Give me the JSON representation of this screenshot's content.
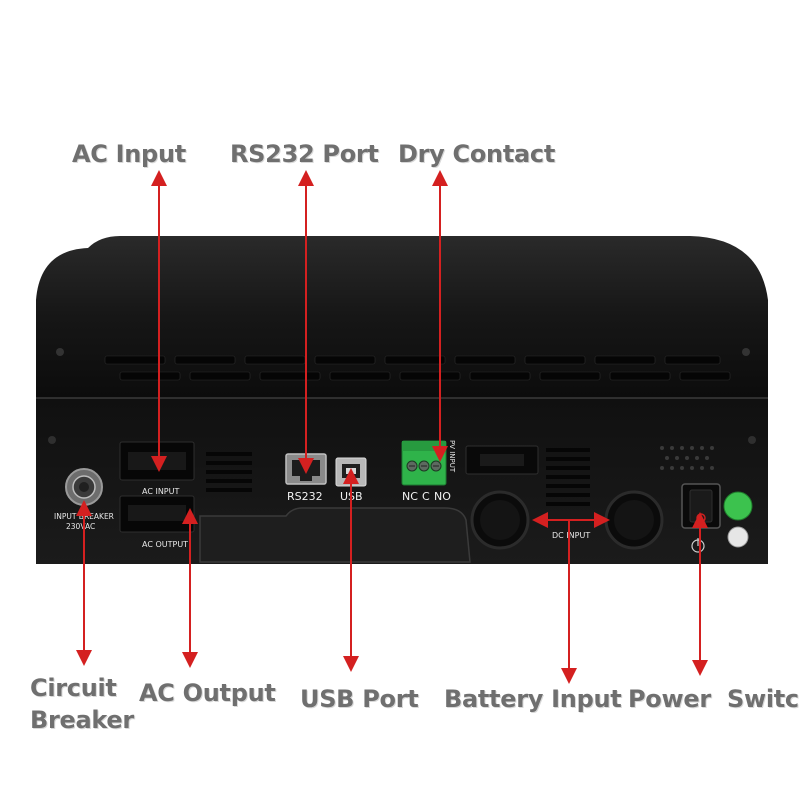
{
  "callouts": {
    "ac_input": "AC Input",
    "rs232_port": "RS232 Port",
    "dry_contact": "Dry Contact",
    "circuit_breaker": "Circuit Breaker",
    "ac_output": "AC Output",
    "usb_port": "USB Port",
    "battery_input": "Battery Input",
    "power_switch": "Power  Switch"
  },
  "panel_labels": {
    "ac_input": "AC INPUT",
    "ac_output": "AC OUTPUT",
    "rs232": "RS232",
    "usb": "USB",
    "pv_input": "PV INPUT",
    "nc": "NC",
    "c": "C",
    "no": "NO",
    "dc_input": "DC INPUT",
    "input_breaker": "INPUT BREAKER",
    "breaker_voltage": "230VAC"
  },
  "colors": {
    "arrow": "#d42020",
    "callout_text": "#6f6f6f",
    "chassis": "#141414",
    "terminal_green": "#2fb34a"
  }
}
